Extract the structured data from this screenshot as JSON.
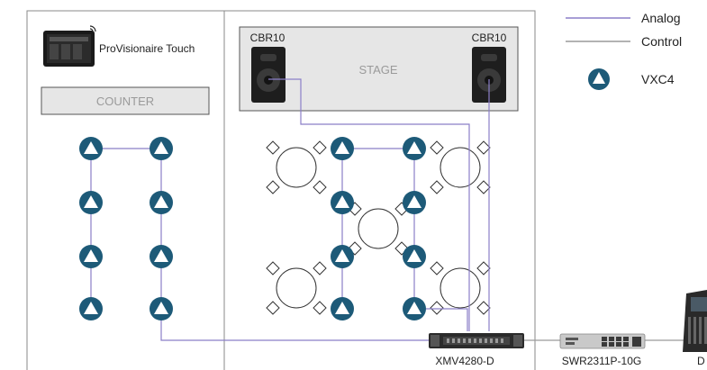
{
  "legend": {
    "analog_label": "Analog",
    "control_label": "Control",
    "vxc4_label": "VXC4",
    "analog_color": "#8b7fc8",
    "control_color": "#9a9a9a",
    "vxc4_color": "#1d5a78"
  },
  "left_room": {
    "touch_label": "ProVisionaire Touch",
    "counter_label": "COUNTER"
  },
  "stage": {
    "label": "STAGE",
    "speaker_left_label": "CBR10",
    "speaker_right_label": "CBR10"
  },
  "devices": {
    "amp_label": "XMV4280-D",
    "switch_label": "SWR2311P-10G",
    "console_label": "D"
  },
  "icons": {
    "speaker": "speaker-icon",
    "vxc4": "vxc4-speaker-icon",
    "table": "round-table-icon",
    "chair": "chair-icon",
    "tablet": "tablet-icon",
    "amp": "amplifier-icon",
    "switch": "network-switch-icon",
    "console": "mixing-console-icon"
  }
}
